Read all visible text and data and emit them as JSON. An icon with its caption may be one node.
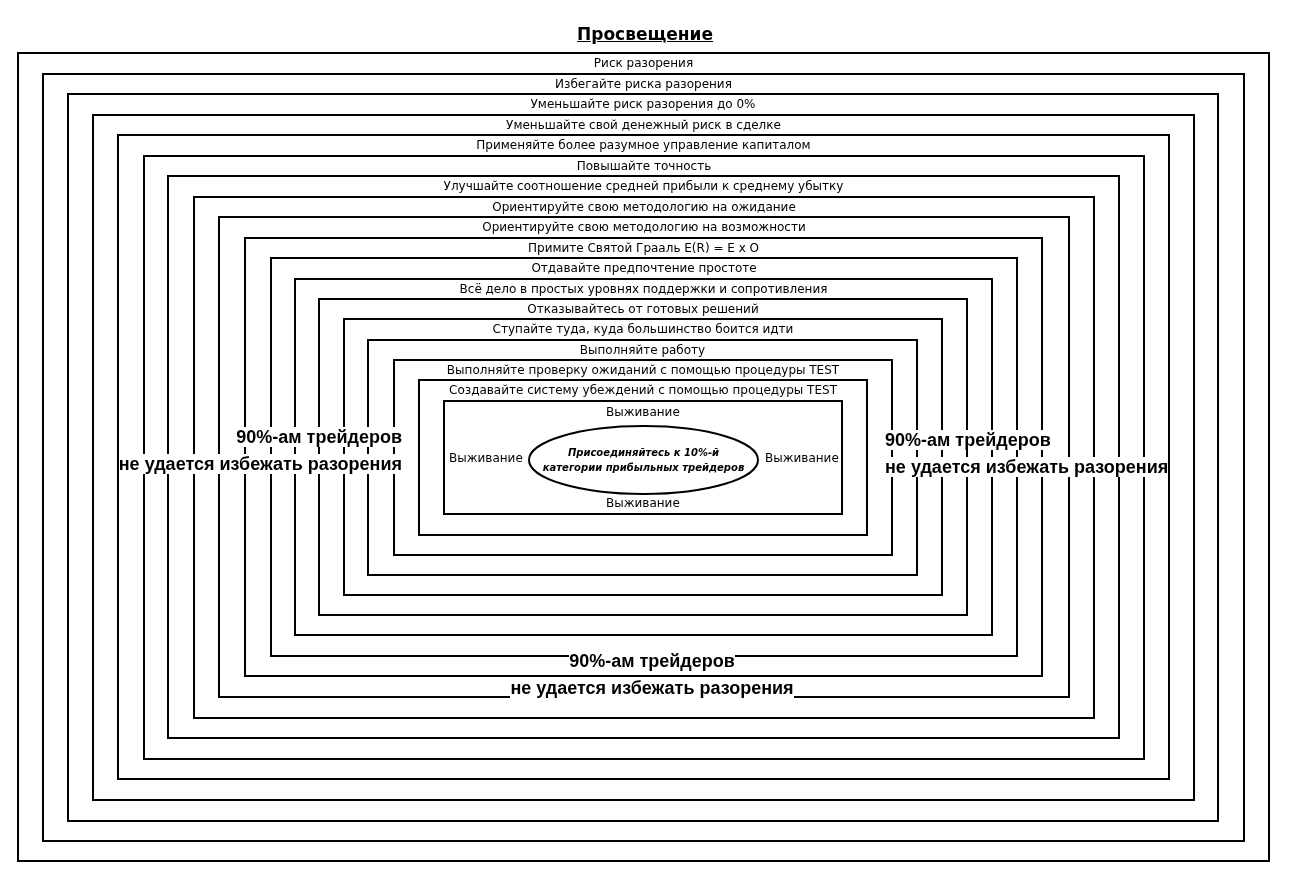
{
  "diagram": {
    "title": "Просвещение",
    "nodes": [
      {
        "text": [
          "Риск разорения"
        ]
      },
      {
        "text": [
          "Избегайте риска разорения"
        ],
        "in": 0
      },
      {
        "text": [
          "Уменьшайте риск разорения до 0%"
        ],
        "in": 1
      },
      {
        "text": [
          "Уменьшайте свой денежный риск в сделке"
        ],
        "in": 2
      },
      {
        "text": [
          "Применяйте более разумное управление капиталом"
        ],
        "in": 3
      },
      {
        "text": [
          "Повышайте точность"
        ],
        "in": 4
      },
      {
        "text": [
          "Улучшайте соотношение средней прибыли к среднему убытку"
        ],
        "in": 5
      },
      {
        "text": [
          "Ориентируйте свою методологию на ожидание"
        ],
        "in": 6
      },
      {
        "text": [
          "Ориентируйте свою методологию на возможности"
        ],
        "in": 7
      },
      {
        "text": [
          "Примите Святой Грааль E(R) = E x O"
        ],
        "in": 8
      },
      {
        "text": [
          "Отдавайте предпочтение простоте"
        ],
        "in": 9
      },
      {
        "text": [
          "Всё дело в простых уровнях поддержки и сопротивления"
        ],
        "in": 10
      },
      {
        "text": [
          "Отказывайтесь от готовых решений"
        ],
        "in": 11
      },
      {
        "text": [
          "Ступайте туда, куда большинство боится идти"
        ],
        "in": 12
      },
      {
        "text": [
          "Выполняйте работу"
        ],
        "in": 13
      },
      {
        "text": [
          "Выполняйте проверку ожиданий с помощью процедуры TEST"
        ],
        "in": 14
      },
      {
        "text": [
          "Создавайте систему убеждений с помощью процедуры TEST"
        ],
        "in": 15
      },
      {
        "text": [
          "Выживание",
          "Выживание",
          "Выживание",
          "Выживание"
        ],
        "in": 16
      },
      {
        "text": [
          "Присоединяйтесь к 10%-й категории прибыльных трейдеров"
        ],
        "in": 17
      }
    ],
    "labels": [
      "90%-ам трейдеров не удается избежать разорения",
      "90%-ам трейдеров не удается избежать разорения",
      "90%-ам трейдеров не удается избежать разорения"
    ]
  }
}
